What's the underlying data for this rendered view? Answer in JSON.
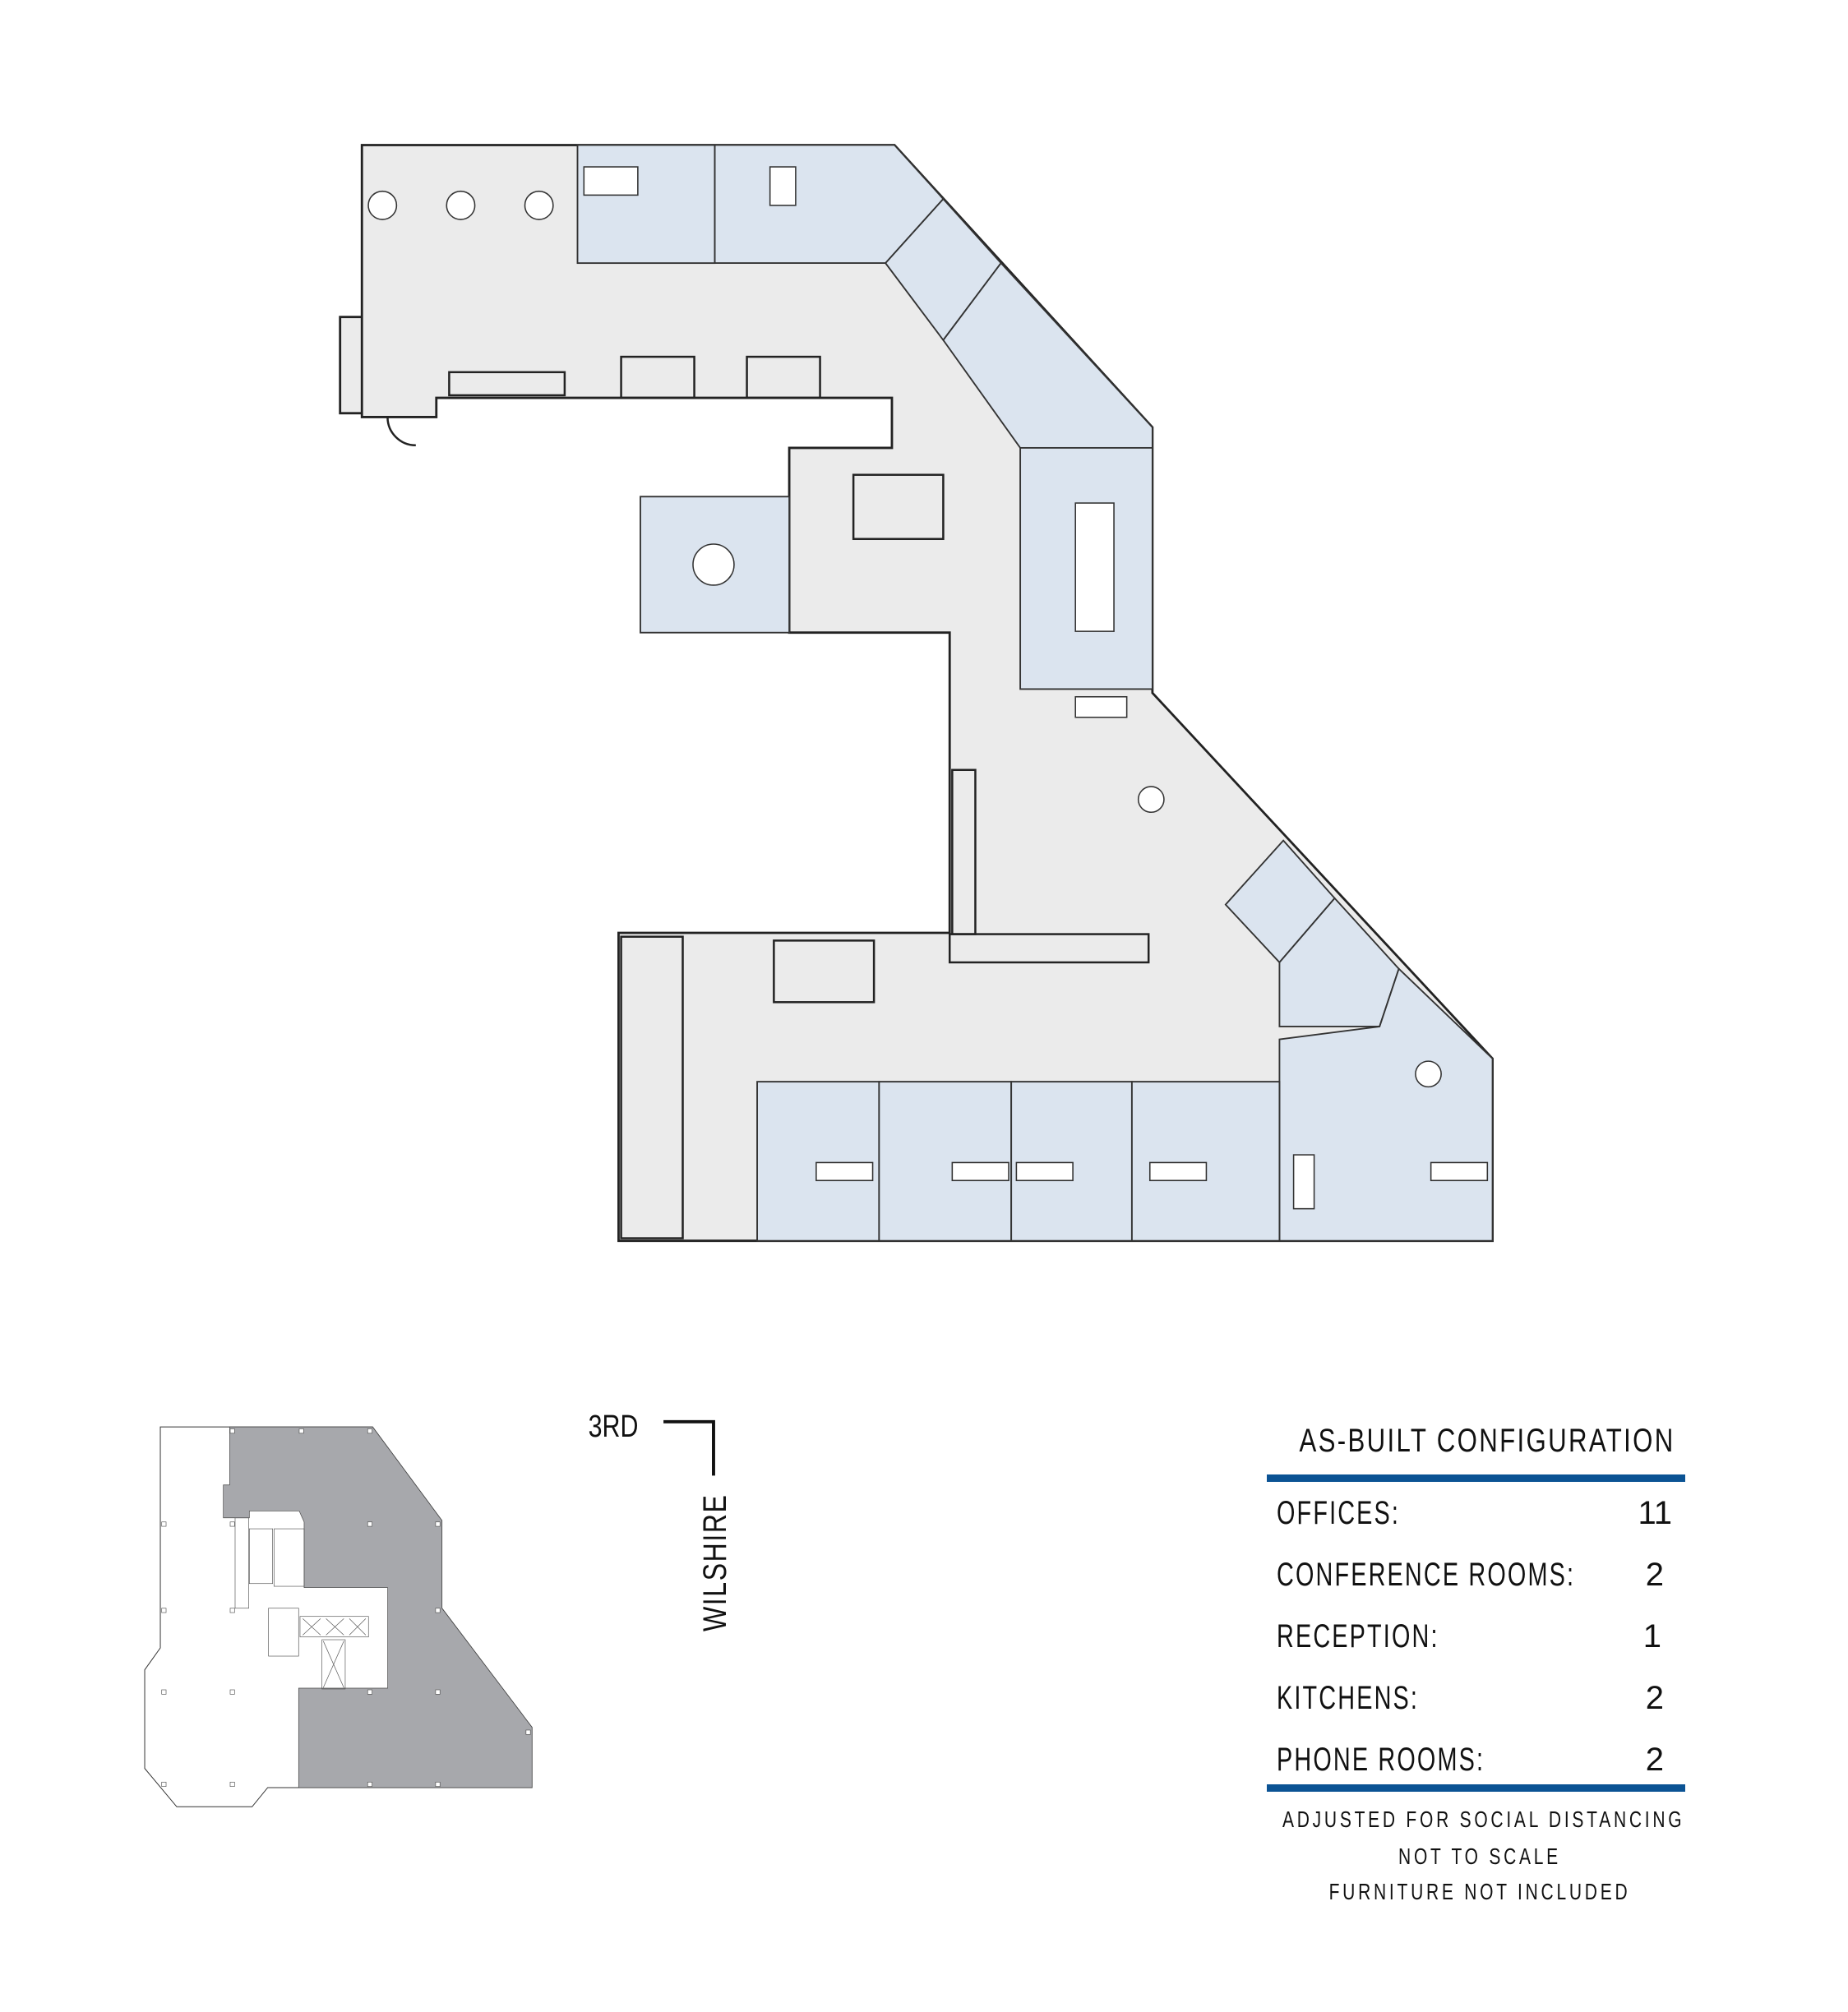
{
  "key_plan": {
    "street_north": "3RD",
    "street_east": "WILSHIRE"
  },
  "legend": {
    "title": "AS-BUILT CONFIGURATION",
    "accent_color": "#0b5394",
    "rows": [
      {
        "label": "OFFICES:",
        "value": "11"
      },
      {
        "label": "CONFERENCE ROOMS:",
        "value": "2"
      },
      {
        "label": "RECEPTION:",
        "value": "1"
      },
      {
        "label": "KITCHENS:",
        "value": "2"
      },
      {
        "label": "PHONE ROOMS:",
        "value": "2"
      }
    ],
    "notes": [
      "ADJUSTED FOR SOCIAL DISTANCING",
      "NOT TO SCALE",
      "FURNITURE NOT INCLUDED"
    ]
  },
  "colors": {
    "floor": "#ebebeb",
    "room_highlight": "#dbe4ef",
    "key_plan_suite": "#a7a8ac"
  }
}
